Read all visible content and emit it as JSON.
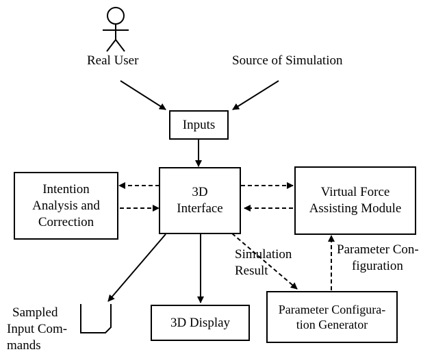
{
  "diagram": {
    "actors": {
      "real_user": "Real User",
      "source_of_simulation": "Source of Simulation"
    },
    "boxes": {
      "inputs": [
        "Inputs"
      ],
      "interface_3d": [
        "3D",
        "Interface"
      ],
      "intention": [
        "Intention",
        "Analysis and",
        "Correction"
      ],
      "virtual_force": [
        "Virtual Force",
        "Assisting Module"
      ],
      "display_3d": [
        "3D Display"
      ],
      "param_generator": [
        "Parameter Configura-",
        "tion Generator"
      ]
    },
    "edge_labels": {
      "simulation_result": [
        "Simulation",
        "Result"
      ],
      "parameter_configuration": [
        "Parameter Con-",
        "figuration"
      ],
      "sampled_input_commands": [
        "Sampled",
        "Input Com-",
        "mands"
      ]
    }
  }
}
